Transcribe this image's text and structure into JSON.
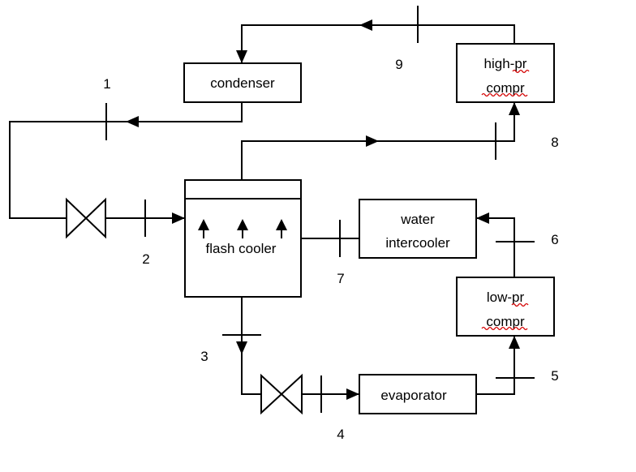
{
  "components": {
    "condenser": "condenser",
    "high_pr_compr_line1": "high-pr",
    "high_pr_compr_line2": "compr",
    "flash_cooler": "flash cooler",
    "water_intercooler_line1": "water",
    "water_intercooler_line2": "intercooler",
    "low_pr_compr_line1": "low-pr",
    "low_pr_compr_line2": "compr",
    "evaporator": "evaporator"
  },
  "state_points": {
    "p1": "1",
    "p2": "2",
    "p3": "3",
    "p4": "4",
    "p5": "5",
    "p6": "6",
    "p7": "7",
    "p8": "8",
    "p9": "9"
  },
  "colors": {
    "line": "#000000",
    "spellcheck_underline": "#d40000"
  }
}
